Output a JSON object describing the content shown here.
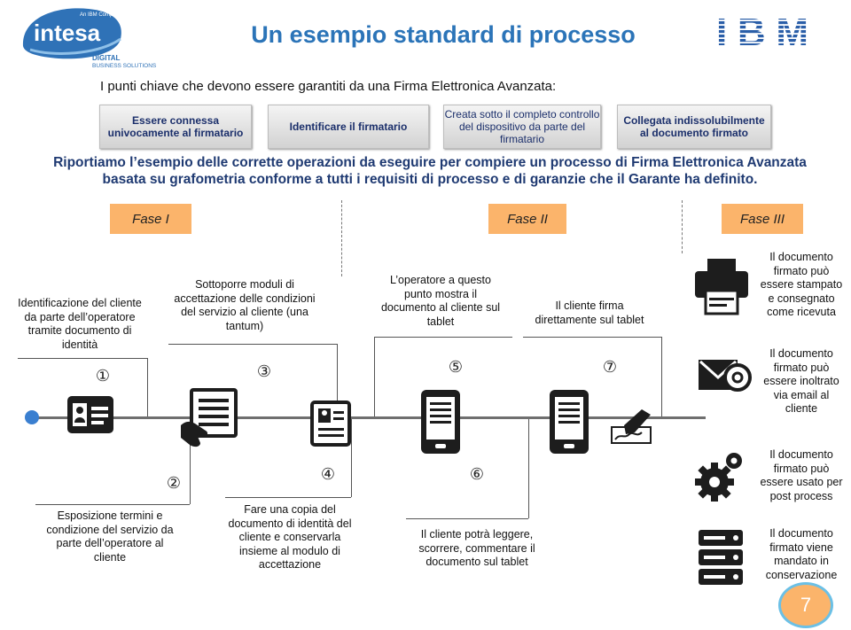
{
  "header": {
    "logo_main": "intesa",
    "logo_tag": "An IBM Company",
    "logo_sub1": "DIGITAL",
    "logo_sub2": "BUSINESS SOLUTIONS",
    "title": "Un esempio standard di processo",
    "ibm_logo": "IBM",
    "subtitle": "I punti chiave che devono essere garantiti da una Firma Elettronica Avanzata:"
  },
  "key_points": [
    "Essere connessa univocamente al firmatario",
    "Identificare  il firmatario",
    "Creata sotto il completo controllo  del dispositivo da parte del firmatario",
    "Collegata indissolubilmente al documento firmato"
  ],
  "intro": "Riportiamo l’esempio delle corrette operazioni da eseguire per compiere un processo di Firma Elettronica Avanzata basata su grafometria conforme a tutti i requisiti di processo e di garanzie che il Garante ha definito.",
  "phases": [
    "Fase I",
    "Fase II",
    "Fase III"
  ],
  "steps_top": [
    {
      "num": "①",
      "text": "Identificazione del cliente da parte dell’operatore tramite documento di identità"
    },
    {
      "num": "③",
      "text": "Sottoporre moduli di accettazione delle condizioni del servizio al cliente  (una tantum)"
    },
    {
      "num": "⑤",
      "text": "L’operatore a questo punto mostra il documento al cliente sul tablet"
    },
    {
      "num": "⑦",
      "text": "Il cliente firma direttamente sul tablet"
    }
  ],
  "steps_bottom": [
    {
      "num": "②",
      "text": "Esposizione termini e condizione del servizio da parte dell’operatore al cliente"
    },
    {
      "num": "④",
      "text": "Fare una  copia del documento di identità del cliente e conservarla insieme al modulo di accettazione"
    },
    {
      "num": "⑥",
      "text": "Il cliente potrà leggere, scorrere, commentare il documento sul tablet"
    }
  ],
  "outcomes": [
    {
      "icon": "printer-icon",
      "text": "Il documento firmato può essere stampato e consegnato come ricevuta"
    },
    {
      "icon": "email-icon",
      "text": "Il documento firmato può essere inoltrato via email al cliente"
    },
    {
      "icon": "gears-icon",
      "text": "Il documento firmato può essere usato per post process"
    },
    {
      "icon": "server-icon",
      "text": "Il documento firmato viene mandato in conservazione"
    }
  ],
  "page_number": "7",
  "colors": {
    "title": "#2b74b8",
    "phase_fill": "#fbb46b",
    "timeline_dot": "#3a7fd0",
    "navy": "#1f3a72"
  }
}
